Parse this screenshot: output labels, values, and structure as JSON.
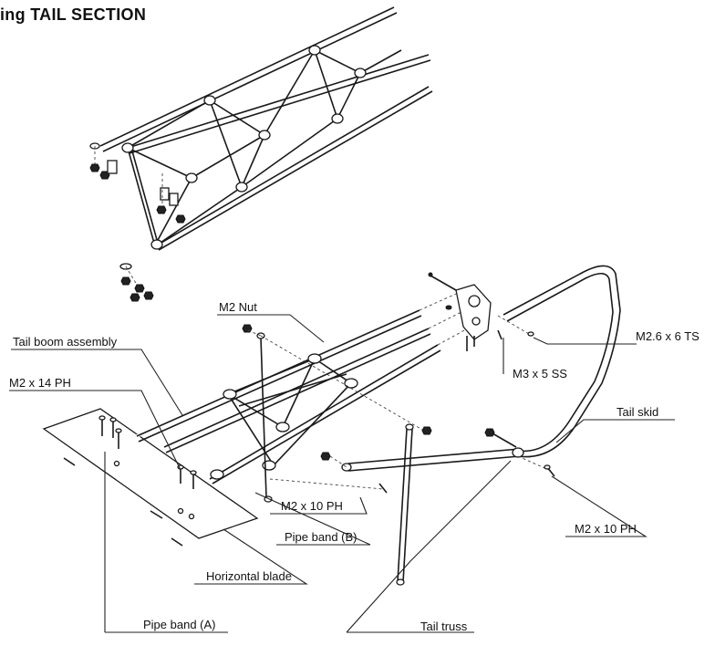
{
  "title": "ing TAIL SECTION",
  "labels": {
    "m2_nut": "M2 Nut",
    "tail_boom_assembly": "Tail boom assembly",
    "m2x14ph": "M2 x 14 PH",
    "m26x6ts": "M2.6 x 6 TS",
    "m3x5ss": "M3 x 5 SS",
    "tail_skid": "Tail skid",
    "m2x10ph_center": "M2 x 10 PH",
    "pipe_band_b": "Pipe band (B)",
    "m2x10ph_right": "M2 x 10 PH",
    "horizontal_blade": "Horizontal blade",
    "pipe_band_a": "Pipe band (A)",
    "tail_truss": "Tail truss"
  }
}
